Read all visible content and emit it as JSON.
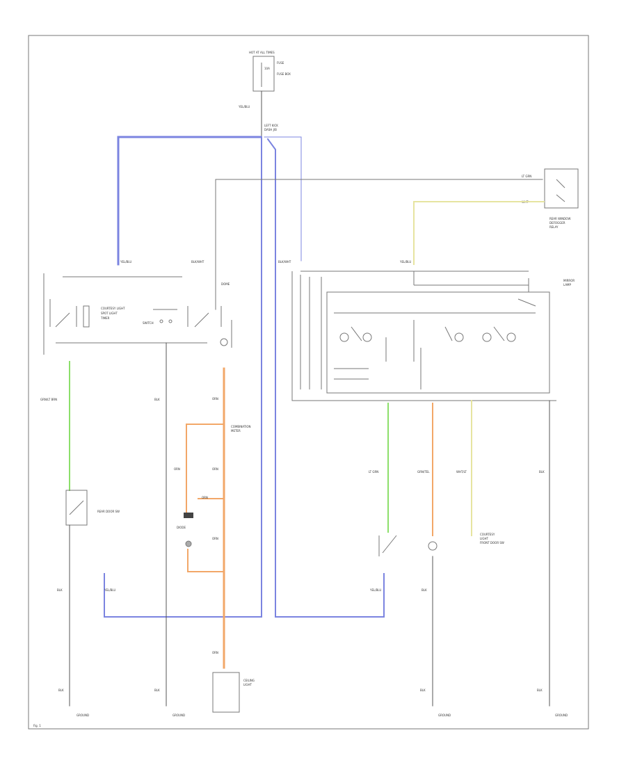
{
  "labels": {
    "hot_at_all_times": "HOT AT ALL TIMES",
    "fuse": "FUSE",
    "fuse_amp": "10A",
    "fuse_box": "FUSE BOX",
    "left_kick": "LEFT KICK",
    "dash_jb": "DASH J/B",
    "ylw_blu_top": "YEL/BLU",
    "yel_blu_left": "YEL/BLU",
    "blk_wht_left": "BLK/WHT",
    "blk_wht_right": "BLK/WHT",
    "yel_blu_mid": "YEL/BLU",
    "grn_blk_l": "GRN/LT BRN",
    "blk_l": "BLK",
    "orn_1": "ORN",
    "orn_2": "ORN",
    "orn_3": "ORN",
    "orn_4": "ORN",
    "orn_5": "ORN",
    "orn_6": "ORN",
    "grn_wht_r": "LT GRN",
    "grn_red_r": "GRN/TEL",
    "wht_lt_r": "WHT/LT",
    "blk_r": "BLK",
    "blk_g1": "BLK",
    "blk_g2": "BLK",
    "blk_g3": "BLK",
    "blk_g4": "BLK",
    "yel_blu_sw1": "YEL/BLU",
    "yel_blu_sw2": "YEL/BLU",
    "blk_sw1": "BLK",
    "blk_sw2": "BLK",
    "ground1": "GROUND",
    "ground2": "GROUND",
    "ground3": "GROUND",
    "ground4": "GROUND",
    "rear_window": "REAR WINDOW",
    "defogger": "DEFOGGER",
    "relay": "RELAY",
    "lt_grn": "LT GRN",
    "wht": "WHT",
    "courtesy_light_left": "COURTESY LIGHT",
    "spot_left": "SPOT LIGHT",
    "timer": "TIMER",
    "switch_cluster": "SWITCH",
    "dome": "DOME",
    "diode": "DIODE",
    "combination_meter": "COMBINATION",
    "meter": "METER",
    "door_switch_left": "REAR DOOR SW",
    "door_switch_right": "FRONT DOOR SW",
    "mirror": "MIRROR",
    "lamp_a": "LAMP",
    "ceiling": "CEILING",
    "light": "LIGHT",
    "courtesy_r1": "COURTESY",
    "courtesy_r2": "LIGHT",
    "page_ref": "Fig. 1"
  },
  "colors": {
    "blue_wire": "#7b84e0",
    "green_wire": "#8cdf6a",
    "orange_wire": "#f2a768",
    "yellow_wire": "#e6e4a0",
    "black_wire": "#555555",
    "frame": "#777777"
  }
}
